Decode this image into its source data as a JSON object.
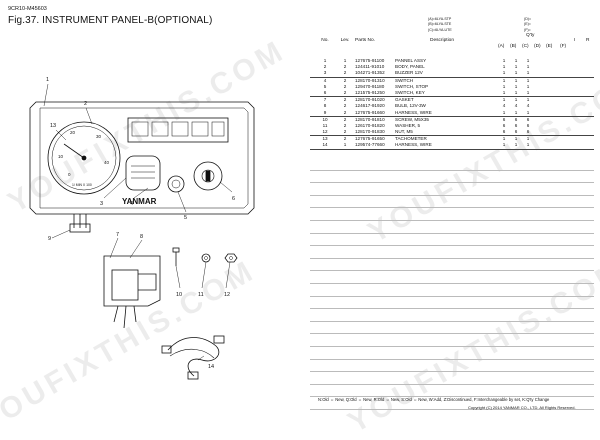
{
  "header": {
    "doc_code": "9CR10-M45603",
    "title": "Fig.37.  INSTRUMENT PANEL-B(OPTIONAL)"
  },
  "models": {
    "lines": [
      "(A)=6LYA-STP",
      "(B)=6LYA-STE",
      "(C)=6LYA-UTE"
    ],
    "codes": [
      "(D)=",
      "(E)=",
      "(F)="
    ]
  },
  "table": {
    "columns": {
      "no": "No.",
      "lev": "Lev.",
      "part_no": "Parts No.",
      "description": "Description",
      "qty": "Q'ty",
      "remark_i": "I",
      "remark_r": "R",
      "models": [
        "(A)",
        "(B)",
        "(C)",
        "(D)",
        "(E)",
        "(F)"
      ]
    },
    "rows": [
      {
        "no": "1",
        "lev": "1",
        "part_no": "127675-91100",
        "desc": "PANNEL ASSY",
        "a": "1",
        "b": "1",
        "c": "1"
      },
      {
        "no": "2",
        "lev": "2",
        "part_no": "124411-91010",
        "desc": "BODY, PANEL",
        "a": "1",
        "b": "1",
        "c": "1"
      },
      {
        "no": "3",
        "lev": "2",
        "part_no": "104271-91352",
        "desc": "BUZZER 12V",
        "a": "1",
        "b": "1",
        "c": "1"
      },
      {
        "no": "4",
        "lev": "2",
        "part_no": "128170-91310",
        "desc": "SWITCH",
        "a": "1",
        "b": "1",
        "c": "1"
      },
      {
        "no": "5",
        "lev": "2",
        "part_no": "129470-91180",
        "desc": "SWITCH, STOP",
        "a": "1",
        "b": "1",
        "c": "1"
      },
      {
        "no": "6",
        "lev": "2",
        "part_no": "121575-91250",
        "desc": "SWITCH, KEY",
        "a": "1",
        "b": "1",
        "c": "1"
      },
      {
        "no": "7",
        "lev": "2",
        "part_no": "128170-91020",
        "desc": "GASKET",
        "a": "1",
        "b": "1",
        "c": "1"
      },
      {
        "no": "8",
        "lev": "2",
        "part_no": "124617-91920",
        "desc": "BULB, 12V-3W",
        "a": "4",
        "b": "4",
        "c": "4"
      },
      {
        "no": "9",
        "lev": "2",
        "part_no": "127675-91660",
        "desc": "HARNESS, WIRE",
        "a": "1",
        "b": "1",
        "c": "1"
      },
      {
        "no": "10",
        "lev": "2",
        "part_no": "128170-91810",
        "desc": "SCREW, M5X35",
        "a": "6",
        "b": "6",
        "c": "6"
      },
      {
        "no": "11",
        "lev": "2",
        "part_no": "126170-91820",
        "desc": "WASHER, 5",
        "a": "6",
        "b": "6",
        "c": "6"
      },
      {
        "no": "12",
        "lev": "2",
        "part_no": "128170-91830",
        "desc": "NUT, M5",
        "a": "6",
        "b": "6",
        "c": "6"
      },
      {
        "no": "13",
        "lev": "2",
        "part_no": "127675-91650",
        "desc": "TACHOMETER",
        "a": "1",
        "b": "1",
        "c": "1"
      },
      {
        "no": "14",
        "lev": "1",
        "part_no": "129574-77660",
        "desc": "HARNESS, WIRE",
        "a": "1",
        "b": "1",
        "c": "1"
      }
    ]
  },
  "diagram": {
    "callouts": [
      "1",
      "2",
      "3",
      "4",
      "5",
      "6",
      "7",
      "8",
      "9",
      "10",
      "11",
      "12",
      "13",
      "14"
    ],
    "brand": "YANMAR",
    "gauge_ticks": [
      "0",
      "10",
      "20",
      "30",
      "40"
    ],
    "gauge_unit": "1/ MIN X 100"
  },
  "watermark": "YOUFIXTHIS.COM",
  "footer": {
    "legend": "N:Old ⇔ New,  Q:Old ⇔ New,  R:Old ⇔ New,  S:Old ⇔ New,  W:Add,  Z:Discontinued,  F:Interchangeable by set,  K:Q'ty Change",
    "copyright": "Copyright (C) 2014 YANMAR CO., LTD. All Rights Reserved."
  }
}
